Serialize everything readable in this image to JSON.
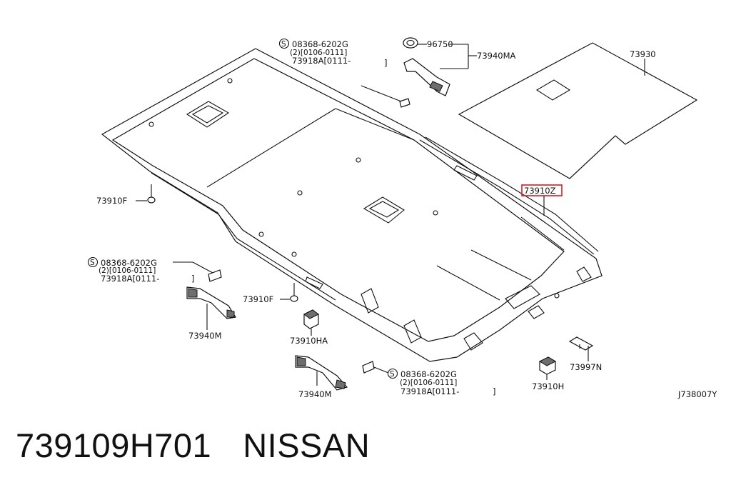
{
  "diagram": {
    "drawing_code": "J738007Y",
    "highlighted_part": "73910Z",
    "labels": {
      "p73930": "73930",
      "p96750": "96750",
      "p73940MA": "73940MA",
      "p73910F_left": "73910F",
      "p73910F_mid": "73910F",
      "p73940M_left": "73940M",
      "p73940M_bottom": "73940M",
      "p73910HA": "73910HA",
      "p73910H": "73910H",
      "p73997N": "73997N"
    },
    "screw_callouts": [
      {
        "s": "S",
        "line1": "08368-6202G",
        "line2": "(2)[0106-0111]",
        "line3": "73918A[0111-",
        "bracket": "]"
      },
      {
        "s": "S",
        "line1": "08368-6202G",
        "line2": "(2)[0106-0111]",
        "line3": "73918A[0111-",
        "bracket": "]"
      },
      {
        "s": "S",
        "line1": "08368-6202G",
        "line2": "(2)[0106-0111]",
        "line3": "73918A[0111-",
        "bracket": "]"
      }
    ]
  },
  "caption": {
    "part_number": "739109H701",
    "brand": "NISSAN"
  },
  "colors": {
    "highlight_box": "#e0191f",
    "ink": "#111111",
    "shade": "#6e6e6e"
  }
}
